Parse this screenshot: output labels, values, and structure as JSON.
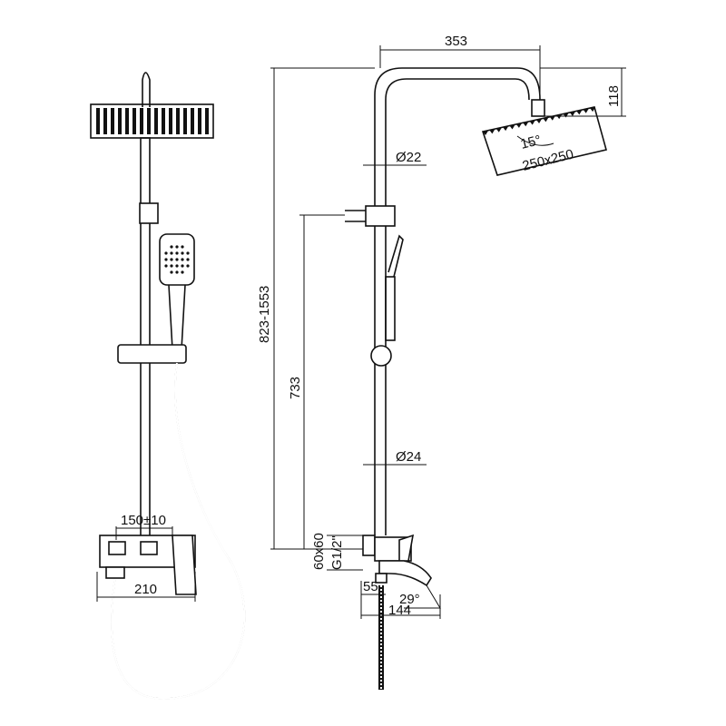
{
  "diagram": {
    "title": "Shower column technical drawing",
    "dimensions": {
      "arm_reach": "353",
      "head_height": "118",
      "pipe_upper_diameter": "Ø22",
      "head_tilt": "15°",
      "head_size": "250x250",
      "height_range": "823-1553",
      "mixer_to_holder": "733",
      "pipe_lower_diameter": "Ø24",
      "wall_plate": "60x60",
      "thread": "G1/2\"",
      "spout_offset": "55",
      "spout_angle": "29°",
      "spout_length": "144",
      "centre_distance": "150±10",
      "mixer_width": "210"
    }
  }
}
